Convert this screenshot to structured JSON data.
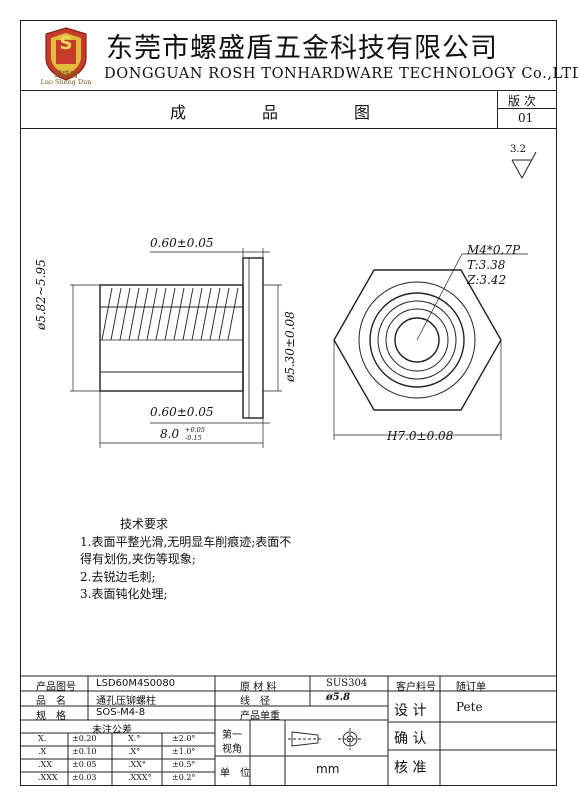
{
  "company": {
    "name_cn": "东莞市螺盛盾五金科技有限公司",
    "name_en": "DONGGUAN ROSH TONHARDWARE TECHNOLOGY Co.,LTD",
    "logo_letter": "S",
    "logo_text_cn": "螺盛盾",
    "logo_text_en": "Luo Sheng Dun"
  },
  "header": {
    "title": "成品图",
    "title_chars": [
      "成",
      "品",
      "图"
    ],
    "version_label": "版 次",
    "version_value": "01"
  },
  "surface_symbol": "3.2",
  "dimensions": {
    "flange_thickness_top": "0.60±0.05",
    "flange_thickness_bottom": "0.60±0.05",
    "outer_diameter": "ø5.82~5.95",
    "body_diameter": "ø5.30±0.08",
    "length_main": "8.0",
    "length_tol_upper": "+0.05",
    "length_tol_lower": "-0.15",
    "hex": "H7.0±0.08",
    "thread": "M4*0.7P",
    "thread_t": "T:3.38",
    "thread_z": "Z:3.42"
  },
  "notes": {
    "title": "技术要求",
    "lines": [
      "1.表面平整光滑,无明显车削痕迹;表面不",
      "得有划伤,夹伤等现象;",
      "2.去锐边毛刺;",
      "3.表面钝化处理;"
    ]
  },
  "table": {
    "product_code_label": "产品图号",
    "product_code": "LSD60M4S0080",
    "name_label": "品　名",
    "name_value": "通孔压铆螺柱",
    "spec_label": "规　格",
    "spec_value": "SOS-M4-8",
    "material_label": "原 材 料",
    "material_value": "SUS304",
    "wire_label": "线　径",
    "wire_value": "ø5.8",
    "weight_label": "产品单重",
    "customer_code_label": "客户料号",
    "order_label": "随订单",
    "design_label": "设 计",
    "design_value": "Pete",
    "confirm_label": "确 认",
    "verify_label": "核 准",
    "tolerance_header": "未注公差",
    "tolerance_rows": [
      {
        "fmt": "X.",
        "val": "±0.20",
        "afmt": "X.°",
        "aval": "±2.0°"
      },
      {
        "fmt": ".X",
        "val": "±0.10",
        "afmt": ".X°",
        "aval": "±1.0°"
      },
      {
        "fmt": ".XX",
        "val": "±0.05",
        "afmt": ".XX°",
        "aval": "±0.5°"
      },
      {
        "fmt": ".XXX",
        "val": "±0.03",
        "afmt": ".XXX°",
        "aval": "±0.2°"
      }
    ],
    "projection_label_1": "第一",
    "projection_label_2": "视角",
    "unit_label": "单　位",
    "unit_value": "mm"
  }
}
